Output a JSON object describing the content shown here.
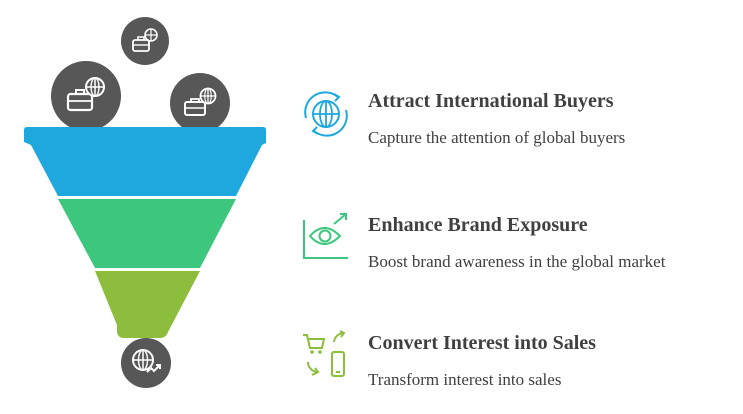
{
  "funnel": {
    "colors": [
      "#1ea8dd",
      "#3dc77c",
      "#8cbd3c"
    ],
    "top_icons": [
      "globe-briefcase-icon",
      "globe-briefcase-icon",
      "globe-briefcase-icon"
    ],
    "bottom_icon": "globe-growth-icon"
  },
  "items": [
    {
      "title": "Attract International Buyers",
      "description": "Capture the attention of global buyers",
      "icon": "globe-refresh-icon",
      "color": "#1ea8dd"
    },
    {
      "title": "Enhance Brand Exposure",
      "description": "Boost brand awareness in the global market",
      "icon": "eye-growth-icon",
      "color": "#3dc77c"
    },
    {
      "title": "Convert Interest into Sales",
      "description": "Transform interest into sales",
      "icon": "cart-phone-exchange-icon",
      "color": "#8cbd3c"
    }
  ]
}
